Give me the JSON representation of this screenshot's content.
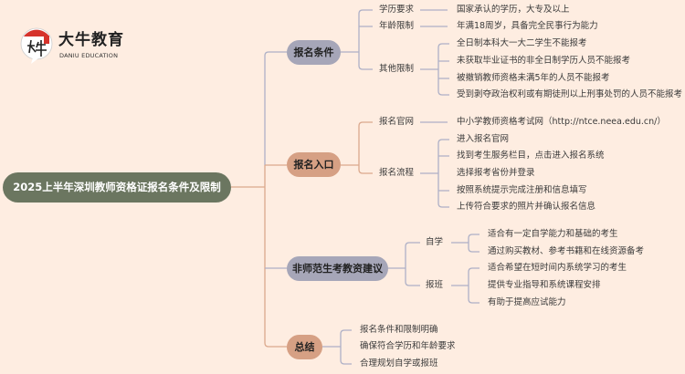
{
  "logo": {
    "title": "大牛教育",
    "subtitle": "DANIU EDUCATION",
    "mark_text": "大牛"
  },
  "root": "2025上半年深圳教师资格证报名条件及限制",
  "conditions": {
    "label": "报名条件",
    "education": {
      "label": "学历要求",
      "value": "国家承认的学历，大专及以上"
    },
    "age": {
      "label": "年龄限制",
      "value": "年满18周岁，具备完全民事行为能力"
    },
    "other": {
      "label": "其他限制",
      "items": [
        "全日制本科大一大二学生不能报考",
        "未获取毕业证书的非全日制学历人员不能报考",
        "被撤销教师资格未满5年的人员不能报考",
        "受到剥夺政治权利或有期徒刑以上刑事处罚的人员不能报考"
      ]
    }
  },
  "entry": {
    "label": "报名入口",
    "site": {
      "label": "报名官网",
      "value": "中小学教师资格考试网（http://ntce.neea.edu.cn/）"
    },
    "process": {
      "label": "报名流程",
      "items": [
        "进入报名官网",
        "找到考生服务栏目，点击进入报名系统",
        "选择报考省份并登录",
        "按照系统提示完成注册和信息填写",
        "上传符合要求的照片并确认报名信息"
      ]
    }
  },
  "advice": {
    "label": "非师范生考教资建议",
    "self": {
      "label": "自学",
      "items": [
        "适合有一定自学能力和基础的考生",
        "通过购买教材、参考书籍和在线资源备考"
      ]
    },
    "class": {
      "label": "报班",
      "items": [
        "适合希望在短时间内系统学习的考生",
        "提供专业指导和系统课程安排",
        "有助于提高应试能力"
      ]
    }
  },
  "summary": {
    "label": "总结",
    "items": [
      "报名条件和限制明确",
      "确保符合学历和年龄要求",
      "合理规划自学或报班"
    ]
  },
  "colors": {
    "background": "#feede1",
    "root": "#6b7660",
    "grey": "#a6a6b8",
    "tan": "#d6a084",
    "grey_line": "#aeb0c6",
    "tan_line": "#dba98d"
  }
}
